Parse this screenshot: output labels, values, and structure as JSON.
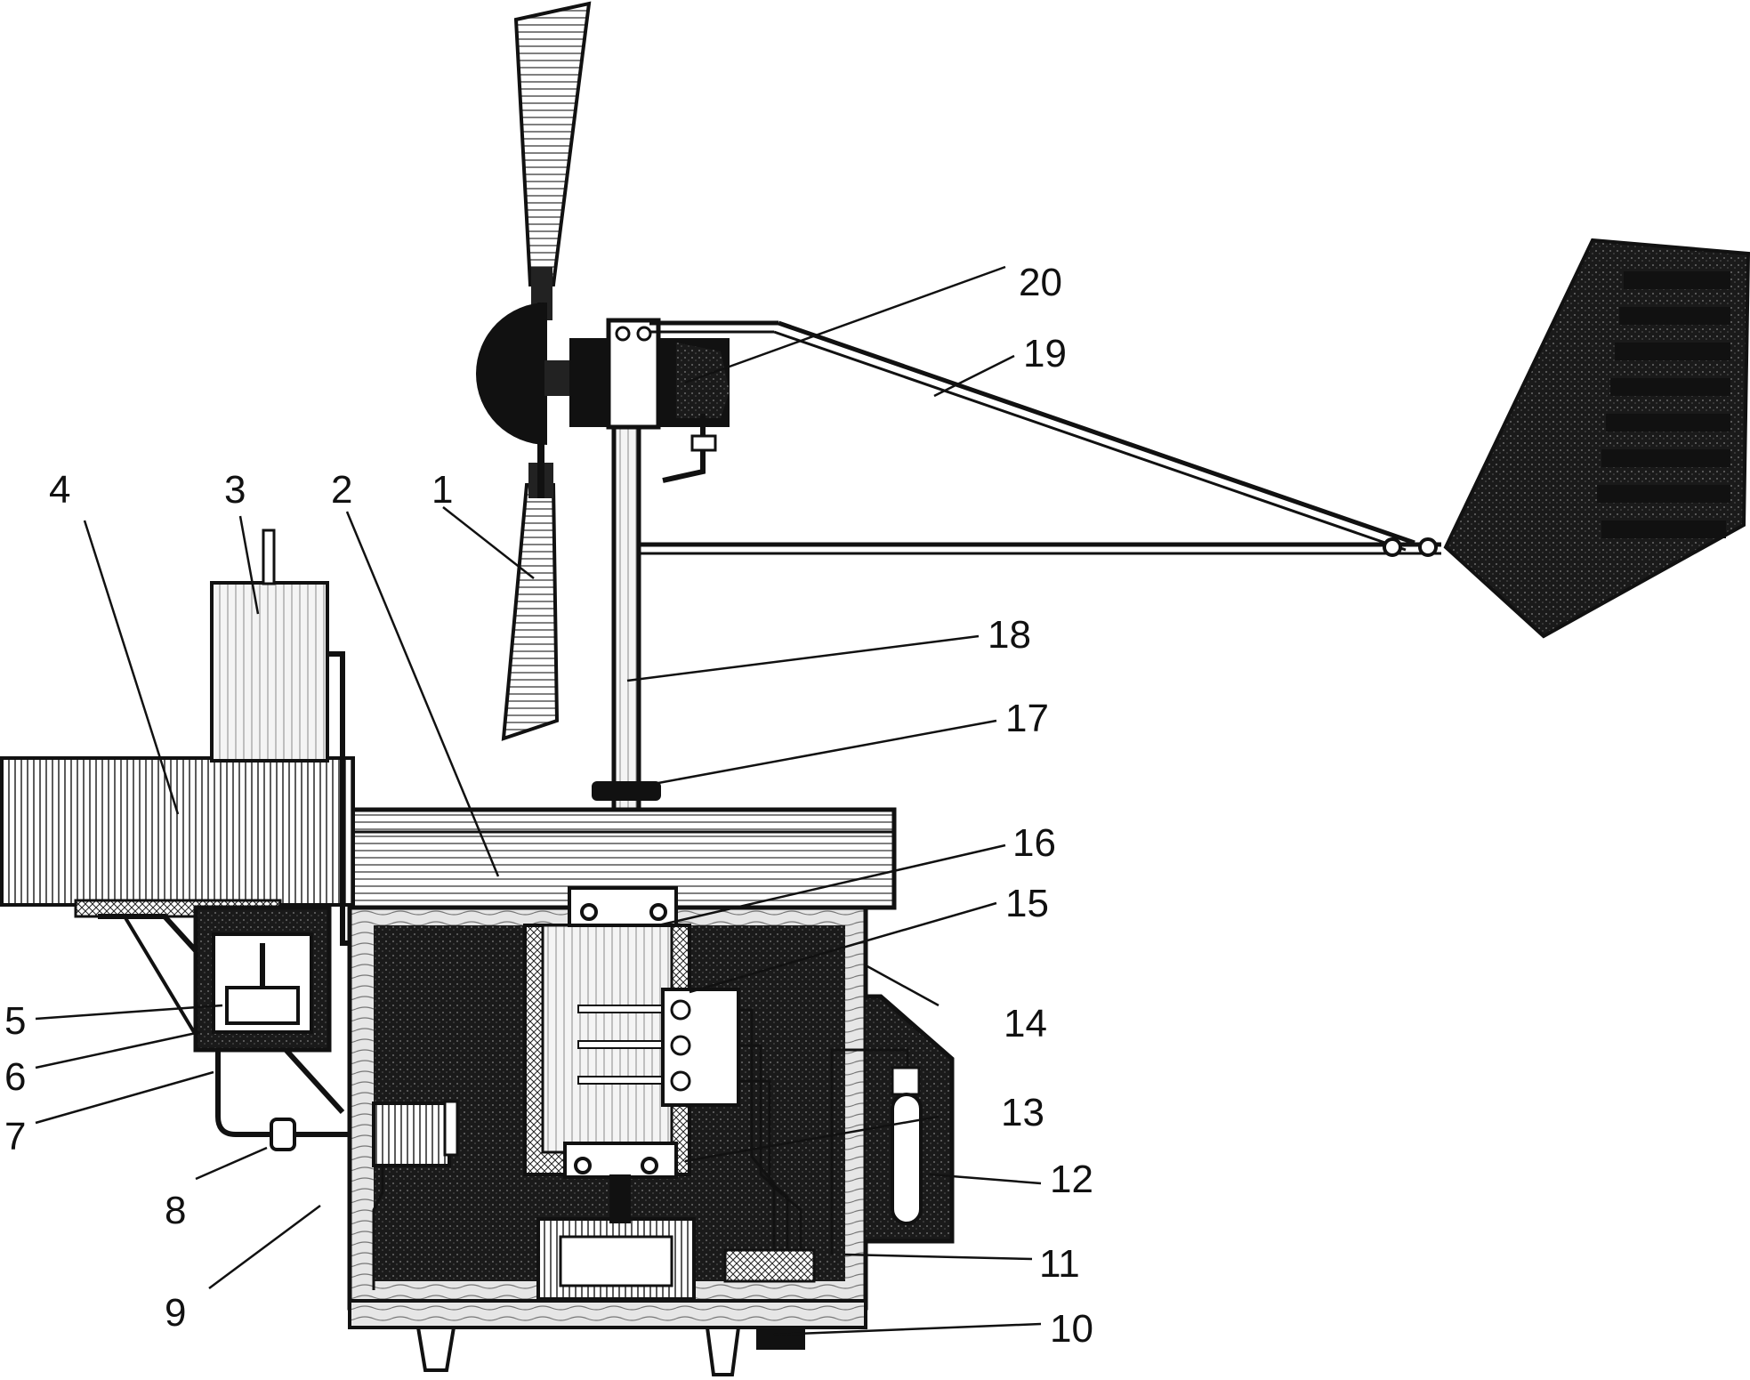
{
  "figure": {
    "palette": {
      "ink": "#111111",
      "paper": "#ffffff",
      "hatch": "#2a2a2a",
      "wood": "#d9d9d9"
    },
    "callouts": [
      "1",
      "2",
      "3",
      "4",
      "5",
      "6",
      "7",
      "8",
      "9",
      "10",
      "11",
      "12",
      "13",
      "14",
      "15",
      "16",
      "17",
      "18",
      "19",
      "20"
    ]
  }
}
